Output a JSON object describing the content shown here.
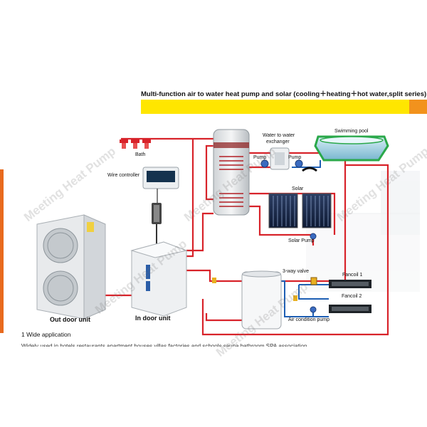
{
  "title": "Multi-function  air to water heat pump and solar (cooling＋heating＋hot water,split  series)",
  "colors": {
    "band": "#ffe600",
    "band_accent": "#f2921d",
    "pipe_red": "#d8232a",
    "pipe_blue": "#1e5fb4",
    "pool": "#2aa84a"
  },
  "labels": {
    "bath": "Bath",
    "wire_controller": "Wire controller",
    "water_to_water": "Water to water",
    "exchanger": "exchanger",
    "pump_left": "Pump",
    "pump_right": "Pump",
    "swimming_pool": "Swimming pool",
    "solar": "Solar",
    "solar_pump": "Solar Pump",
    "three_way_valve": "3-way valve",
    "fancoil_1": "Fancoil 1",
    "fancoil_2": "Fancoil 2",
    "air_condition_pump": "Air condition pump",
    "out_door_unit": "Out door unit",
    "in_door_unit": "In door unit"
  },
  "caption": {
    "line1": "1  Wide application",
    "line2": "Widely used in hotels,restaurants,apartment,houses,villas,factories and schools,sauna,bathroom,SPA,association"
  },
  "watermark": "Meeting Heat Pump"
}
